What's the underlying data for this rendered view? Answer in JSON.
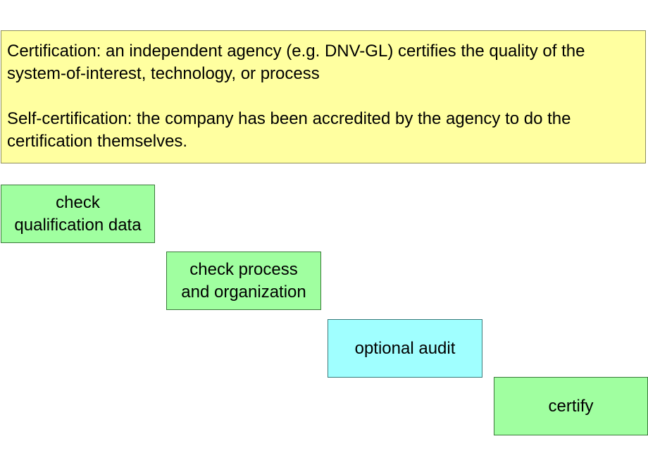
{
  "note": {
    "certification_text": "Certification: an independent agency (e.g. DNV-GL) certifies the quality of the system-of-interest, technology, or process",
    "self_certification_text": "Self-certification: the company has been accredited by the agency to do the certification themselves."
  },
  "steps": [
    {
      "label": "check\nqualification data",
      "color": "#a0ffa0"
    },
    {
      "label": "check process\nand organization",
      "color": "#a0ffa0"
    },
    {
      "label": "optional audit",
      "color": "#a0ffff"
    },
    {
      "label": "certify",
      "color": "#a0ffa0"
    }
  ]
}
